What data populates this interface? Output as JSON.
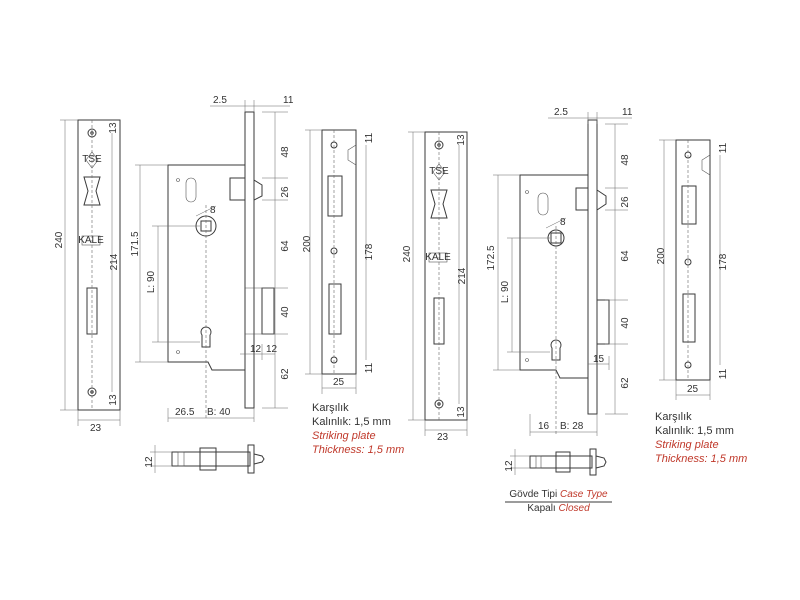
{
  "colors": {
    "line": "#3a3a3a",
    "accent": "#c0392b"
  },
  "left_set": {
    "faceplate": {
      "height": "240",
      "total": "214",
      "top": "13",
      "bottom": "13",
      "width": "23"
    },
    "lock_body": {
      "offset": "2.5",
      "plate_thk": "11",
      "d48": "48",
      "d26": "26",
      "d64": "64",
      "d40": "40",
      "d62": "62",
      "spindle": "8",
      "height": "171.5",
      "distance": "L: 90",
      "d12a": "12",
      "d12b": "12",
      "backset_a": "26.5",
      "backset_b": "B: 40"
    },
    "striking_plate": {
      "height": "200",
      "inner": "178",
      "top": "11",
      "bottom": "11",
      "width": "25"
    },
    "bolt_height": "12",
    "note": {
      "tr1": "Karşılık",
      "tr2": "Kalınlık: 1,5 mm",
      "en1": "Striking plate",
      "en2": "Thickness: 1,5 mm"
    }
  },
  "right_set": {
    "faceplate": {
      "height": "240",
      "total": "214",
      "top": "13",
      "bottom": "13",
      "width": "23"
    },
    "lock_body": {
      "offset": "2.5",
      "plate_thk": "11",
      "d48": "48",
      "d26": "26",
      "d64": "64",
      "d40": "40",
      "d62": "62",
      "spindle": "8",
      "height": "172.5",
      "distance": "L: 90",
      "d15": "15",
      "backset_a": "16",
      "backset_b": "B: 28"
    },
    "striking_plate": {
      "height": "200",
      "inner": "178",
      "top": "11",
      "bottom": "11",
      "width": "25"
    },
    "bolt_height": "12",
    "note": {
      "tr1": "Karşılık",
      "tr2": "Kalınlık: 1,5 mm",
      "en1": "Striking plate",
      "en2": "Thickness: 1,5 mm"
    },
    "case_type": {
      "tr": "Gövde Tipi",
      "en": "Case Type",
      "tr2": "Kapalı",
      "en2": "Closed"
    }
  },
  "logos": {
    "mark": "TSE",
    "brand": "KALE"
  }
}
